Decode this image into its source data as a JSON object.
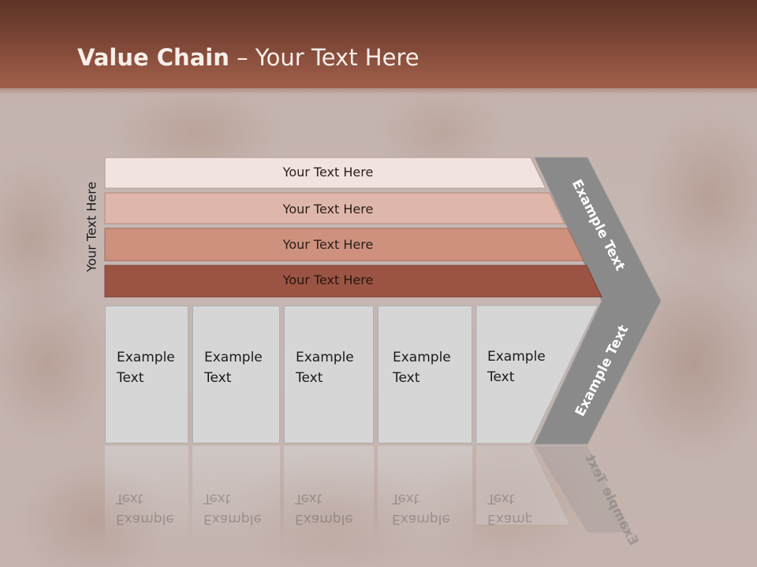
{
  "title": {
    "bold": "Value Chain",
    "rest": " – Your Text Here"
  },
  "side_label": "Your Text Here",
  "bands": [
    {
      "label": "Your Text Here",
      "color": "#f1e3df"
    },
    {
      "label": "Your Text Here",
      "color": "#dfb7aa"
    },
    {
      "label": "Your Text Here",
      "color": "#cd917d"
    },
    {
      "label": "Your Text Here",
      "color": "#9b5443"
    }
  ],
  "boxes": [
    {
      "label": "Example\nText"
    },
    {
      "label": "Example\nText"
    },
    {
      "label": "Example\nText"
    },
    {
      "label": "Example\nText"
    },
    {
      "label": "Example\nText"
    }
  ],
  "arrow": {
    "top_label": "Example Text",
    "bottom_label": "Example Text",
    "color": "#8a8a8a"
  }
}
